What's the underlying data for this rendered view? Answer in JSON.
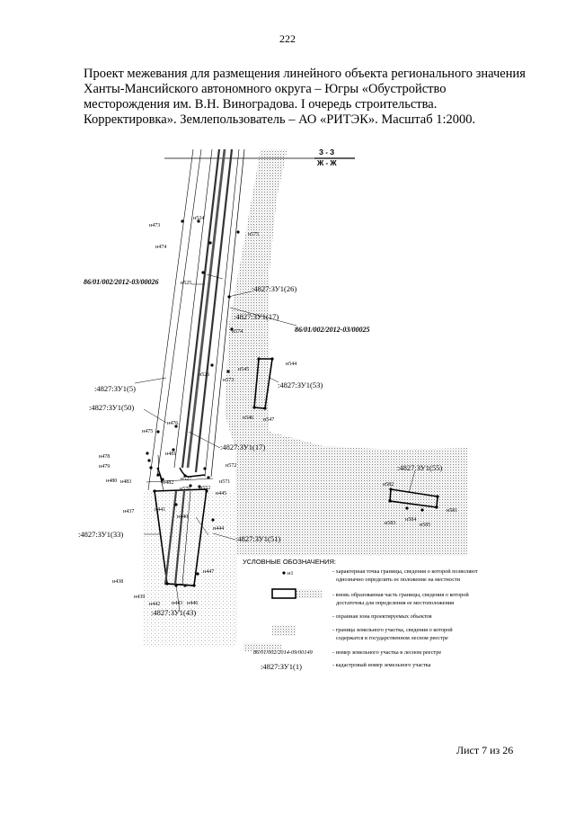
{
  "page_number": "222",
  "title_lines": [
    "Проект межевания для размещения линейного объекта регионального значения",
    "Ханты-Мансийского автономного округа – Югры «Обустройство",
    "месторождения им. В.Н. Виноградова. I очередь строительства.",
    "Корректировка». Землепользователь – АО «РИТЭК». Масштаб 1:2000."
  ],
  "section_labels": {
    "upper": "З - З",
    "lower": "Ж - Ж"
  },
  "points": {
    "n473": "н473",
    "n474": "н474",
    "n524": "н524",
    "n575": "н575",
    "n525": "н525",
    "n574": "н574",
    "n526": "н526",
    "n573": "н573",
    "n545": "н545",
    "n544": "н544",
    "n546": "н546",
    "n547": "н547",
    "n476": "н476",
    "n475": "н475",
    "n481": "н481",
    "n478": "н478",
    "n479": "н479",
    "n480": "н480",
    "n482": "н482",
    "n483": "н483",
    "n527": "н527",
    "n572": "н572",
    "n571": "н571",
    "n576": "н576",
    "n552": "н552",
    "n440": "н440",
    "n441": "н441",
    "n445": "н445",
    "n437": "н437",
    "n444": "н444",
    "n582": "н582",
    "n581": "н581",
    "n583": "н583",
    "n584": "н584",
    "n585": "н585",
    "n447": "н447",
    "n438": "н438",
    "n439": "н439",
    "n442": "н442",
    "n443": "н443",
    "n446": "н446"
  },
  "parcels": {
    "zu26": ":4827:ЗУ1(26)",
    "zu17a": ":4827:ЗУ1(17)",
    "zu5": ":4827:ЗУ1(5)",
    "zu53": ":4827:ЗУ1(53)",
    "zu50": ":4827:ЗУ1(50)",
    "zu17b": ":4827:ЗУ1(17)",
    "zu55": ":4827:ЗУ1(55)",
    "zu33": ":4827:ЗУ1(33)",
    "zu51": ":4827:ЗУ1(51)",
    "zu43": ":4827:ЗУ1(43)"
  },
  "cadastral": {
    "left": "86/01/002/2012-03/00026",
    "right": "86/01/002/2012-03/00025"
  },
  "legend": {
    "heading": "УСЛОВНЫЕ ОБОЗНАЧЕНИЯ:",
    "items": [
      {
        "sample": "н1",
        "text1": "- характерная точка границы, сведения о которой позволяют",
        "text2": "однозначно определить ее положение на местности"
      },
      {
        "sample": "",
        "text1": "- вновь образованная часть границы, сведения о которой",
        "text2": "достаточны для определения ее местоположения"
      },
      {
        "sample": "",
        "text1": "- охранная зона проектируемых объектов",
        "text2": ""
      },
      {
        "sample": "",
        "text1": "- граница земельного участка, сведения о которой",
        "text2": "содержатся в государственном лесном реестре"
      },
      {
        "sample": "86/01/002/2014-09/00149",
        "text1": "- номер земельного участка в лесном реестре",
        "text2": ""
      },
      {
        "sample": ":4827:ЗУ1(1)",
        "text1": "- кадастровый номер земельного участка",
        "text2": ""
      }
    ]
  },
  "footer": "Лист 7 из 26",
  "colors": {
    "hatch": "#8a8a8a",
    "line": "#000000",
    "corridor": "#444444"
  }
}
